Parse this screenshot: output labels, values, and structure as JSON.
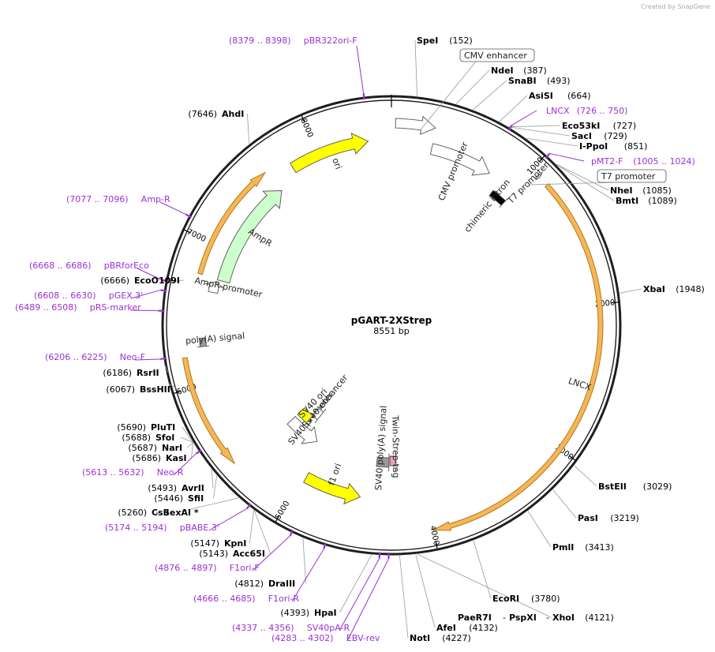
{
  "credit": "Created by SnapGene",
  "plasmid": {
    "name": "pGART-2XStrep",
    "size_label": "8551 bp",
    "length": 8551
  },
  "ticks": [
    1000,
    2000,
    3000,
    4000,
    5000,
    6000,
    7000,
    8000
  ],
  "features": [
    {
      "id": "cmv-enhancer",
      "label": "CMV enhancer",
      "start": 28,
      "end": 300,
      "color": "#ffffff",
      "style": "arrow-out",
      "dir": 1
    },
    {
      "id": "cmv-promoter",
      "label": "CMV promoter",
      "start": 305,
      "end": 780,
      "color": "#ffffff",
      "style": "arrow",
      "dir": 1
    },
    {
      "id": "chimeric-intron",
      "label": "chimeric intron",
      "start": 880,
      "end": 1010,
      "color": "#000000",
      "style": "bar",
      "dir": 1
    },
    {
      "id": "t7-promoter",
      "label": "T7 promoter",
      "start": 1052,
      "end": 1071,
      "color": "#ffffff",
      "style": "arrow",
      "dir": 1
    },
    {
      "id": "lncx",
      "label": "LNCX",
      "start": 1140,
      "end": 4000,
      "color": "#f6b656",
      "style": "orf",
      "dir": 1
    },
    {
      "id": "twin-strep-tag",
      "label": "Twin-Strep-tag",
      "start": 4230,
      "end": 4290,
      "color": "#f0a0b0",
      "style": "tag",
      "dir": -1
    },
    {
      "id": "sv40-polya",
      "label": "SV40 poly(A) signal",
      "start": 4300,
      "end": 4420,
      "color": "#999999",
      "style": "box",
      "dir": -1
    },
    {
      "id": "f1-ori",
      "label": "f1 ori",
      "start": 4520,
      "end": 4970,
      "color": "#ffff00",
      "style": "arrow",
      "dir": -1
    },
    {
      "id": "sv40-promoter",
      "label": "SV40 promoter",
      "start": 5050,
      "end": 5380,
      "color": "#ffffff",
      "style": "arrow",
      "dir": -1
    },
    {
      "id": "sv40-enhancer",
      "label": "SV40 enhancer",
      "start": 5180,
      "end": 5250,
      "color": "#ffffff",
      "style": "box",
      "dir": -1
    },
    {
      "id": "sv40-ori",
      "label": "SV40 ori",
      "start": 5250,
      "end": 5380,
      "color": "#ffff00",
      "style": "box",
      "dir": -1
    },
    {
      "id": "neo-orf",
      "label": "",
      "start": 5430,
      "end": 6200,
      "color": "#f6b656",
      "style": "orf",
      "dir": -1
    },
    {
      "id": "hsv-polya",
      "label": "poly(A) signal",
      "start": 6260,
      "end": 6320,
      "color": "#999999",
      "style": "box",
      "dir": -1
    },
    {
      "id": "ampr-promoter",
      "label": "AmpR promoter",
      "start": 6660,
      "end": 6740,
      "color": "#ffffff",
      "style": "arrow",
      "dir": 1
    },
    {
      "id": "ampr",
      "label": "AmpR",
      "start": 6760,
      "end": 7620,
      "color": "#ccffcc",
      "style": "arrow",
      "dir": 1
    },
    {
      "id": "ampr-orf",
      "label": "",
      "start": 6770,
      "end": 7610,
      "color": "#f6b656",
      "style": "orf",
      "dir": 1
    },
    {
      "id": "ori",
      "label": "ori",
      "start": 7790,
      "end": 8380,
      "color": "#ffff00",
      "style": "arrow",
      "dir": 1
    }
  ],
  "enzymes": [
    {
      "name": "SpeI",
      "pos": "(152)"
    },
    {
      "name": "NdeI",
      "pos": "(387)"
    },
    {
      "name": "SnaBI",
      "pos": "(493)"
    },
    {
      "name": "AsiSI",
      "pos": "(664)"
    },
    {
      "name": "Eco53kI",
      "pos": "(727)"
    },
    {
      "name": "SacI",
      "pos": "(729)"
    },
    {
      "name": "I-PpoI",
      "pos": "(851)"
    },
    {
      "name": "NheI",
      "pos": "(1085)"
    },
    {
      "name": "BmtI",
      "pos": "(1089)"
    },
    {
      "name": "XbaI",
      "pos": "(1948)"
    },
    {
      "name": "BstEII",
      "pos": "(3029)"
    },
    {
      "name": "PasI",
      "pos": "(3219)"
    },
    {
      "name": "PmlI",
      "pos": "(3413)"
    },
    {
      "name": "EcoRI",
      "pos": "(3780)"
    },
    {
      "name": "PaeR7I",
      "pos": ""
    },
    {
      "name": "PspXI",
      "pos": ""
    },
    {
      "name": "XhoI",
      "pos": "(4121)"
    },
    {
      "name": "AfeI",
      "pos": "(4132)"
    },
    {
      "name": "NotI",
      "pos": "(4227)"
    },
    {
      "name": "HpaI",
      "pos": "(4393)"
    },
    {
      "name": "DraIII",
      "pos": "(4812)"
    },
    {
      "name": "KpnI",
      "pos": "(5147)"
    },
    {
      "name": "Acc65I",
      "pos": "(5143)"
    },
    {
      "name": "CsiI",
      "pos": "(5260)"
    },
    {
      "name": "SexAI *",
      "pos": ""
    },
    {
      "name": "SfiI",
      "pos": "(5446)"
    },
    {
      "name": "AvrII",
      "pos": "(5493)"
    },
    {
      "name": "KasI",
      "pos": "(5686)"
    },
    {
      "name": "NarI",
      "pos": "(5687)"
    },
    {
      "name": "SfoI",
      "pos": "(5688)"
    },
    {
      "name": "PluTI",
      "pos": "(5690)"
    },
    {
      "name": "BssHII",
      "pos": "(6067)"
    },
    {
      "name": "RsrII",
      "pos": "(6186)"
    },
    {
      "name": "EcoO109I",
      "pos": "(6666)"
    },
    {
      "name": "AhdI",
      "pos": "(7646)"
    }
  ],
  "primers": [
    {
      "name": "pBR322ori-F",
      "range": "(8379 .. 8398)"
    },
    {
      "name": "LNCX",
      "range": "(726 .. 750)"
    },
    {
      "name": "pMT2-F",
      "range": "(1005 .. 1024)"
    },
    {
      "name": "EBV-rev",
      "range": "(4283 .. 4302)"
    },
    {
      "name": "SV40pA-R",
      "range": "(4337 .. 4356)"
    },
    {
      "name": "F1ori-R",
      "range": "(4666 .. 4685)"
    },
    {
      "name": "F1ori-F",
      "range": "(4876 .. 4897)"
    },
    {
      "name": "pBABE 3'",
      "range": "(5174 .. 5194)"
    },
    {
      "name": "Neo-R",
      "range": "(5613 .. 5632)"
    },
    {
      "name": "Neo-F",
      "range": "(6206 .. 6225)"
    },
    {
      "name": "pRS-marker",
      "range": "(6489 .. 6508)"
    },
    {
      "name": "pGEX 3'",
      "range": "(6608 .. 6630)"
    },
    {
      "name": "pBRforEco",
      "range": "(6668 .. 6686)"
    },
    {
      "name": "Amp-R",
      "range": "(7077 .. 7096)"
    }
  ]
}
